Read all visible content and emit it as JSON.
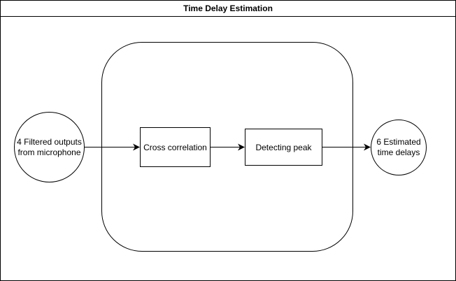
{
  "title": "Time Delay Estimation",
  "nodes": {
    "input": {
      "lines": [
        "4 Filtered outputs",
        "from microphone"
      ]
    },
    "cross_correlation": {
      "label": "Cross correlation"
    },
    "detecting_peak": {
      "label": "Detecting peak"
    },
    "output": {
      "lines": [
        "6 Estimated",
        "time delays"
      ]
    }
  }
}
